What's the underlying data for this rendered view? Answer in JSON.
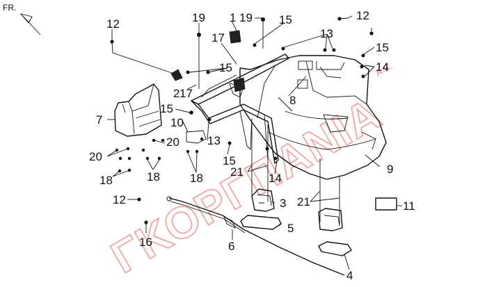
{
  "orientation_label": "FR.",
  "watermark": {
    "text": "ΓΚΟΡΓΠΑΝΙΑ",
    "suffix": "A.E."
  },
  "callouts": [
    "1",
    "2",
    "3",
    "4",
    "5",
    "6",
    "7",
    "8",
    "9",
    "10",
    "11",
    "12",
    "12",
    "12",
    "13",
    "13",
    "14",
    "14",
    "15",
    "15",
    "15",
    "15",
    "15",
    "16",
    "17",
    "17",
    "18",
    "18",
    "18",
    "19",
    "19",
    "20",
    "20",
    "21",
    "21"
  ]
}
